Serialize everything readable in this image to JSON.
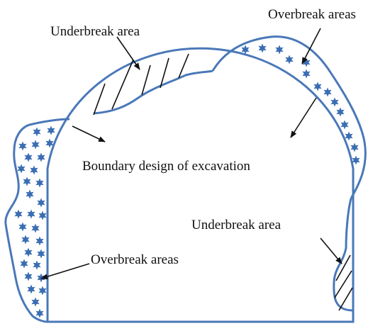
{
  "labels": {
    "underbreak_top": "Underbreak area",
    "overbreak_top": "Overbreak areas",
    "boundary": "Boundary design of excavation",
    "underbreak_right": "Underbreak area",
    "overbreak_left": "Overbreak areas"
  },
  "colors": {
    "outline": "#4a78b8",
    "star": "#3a6db3",
    "hatch": "#111111",
    "text": "#111111"
  }
}
